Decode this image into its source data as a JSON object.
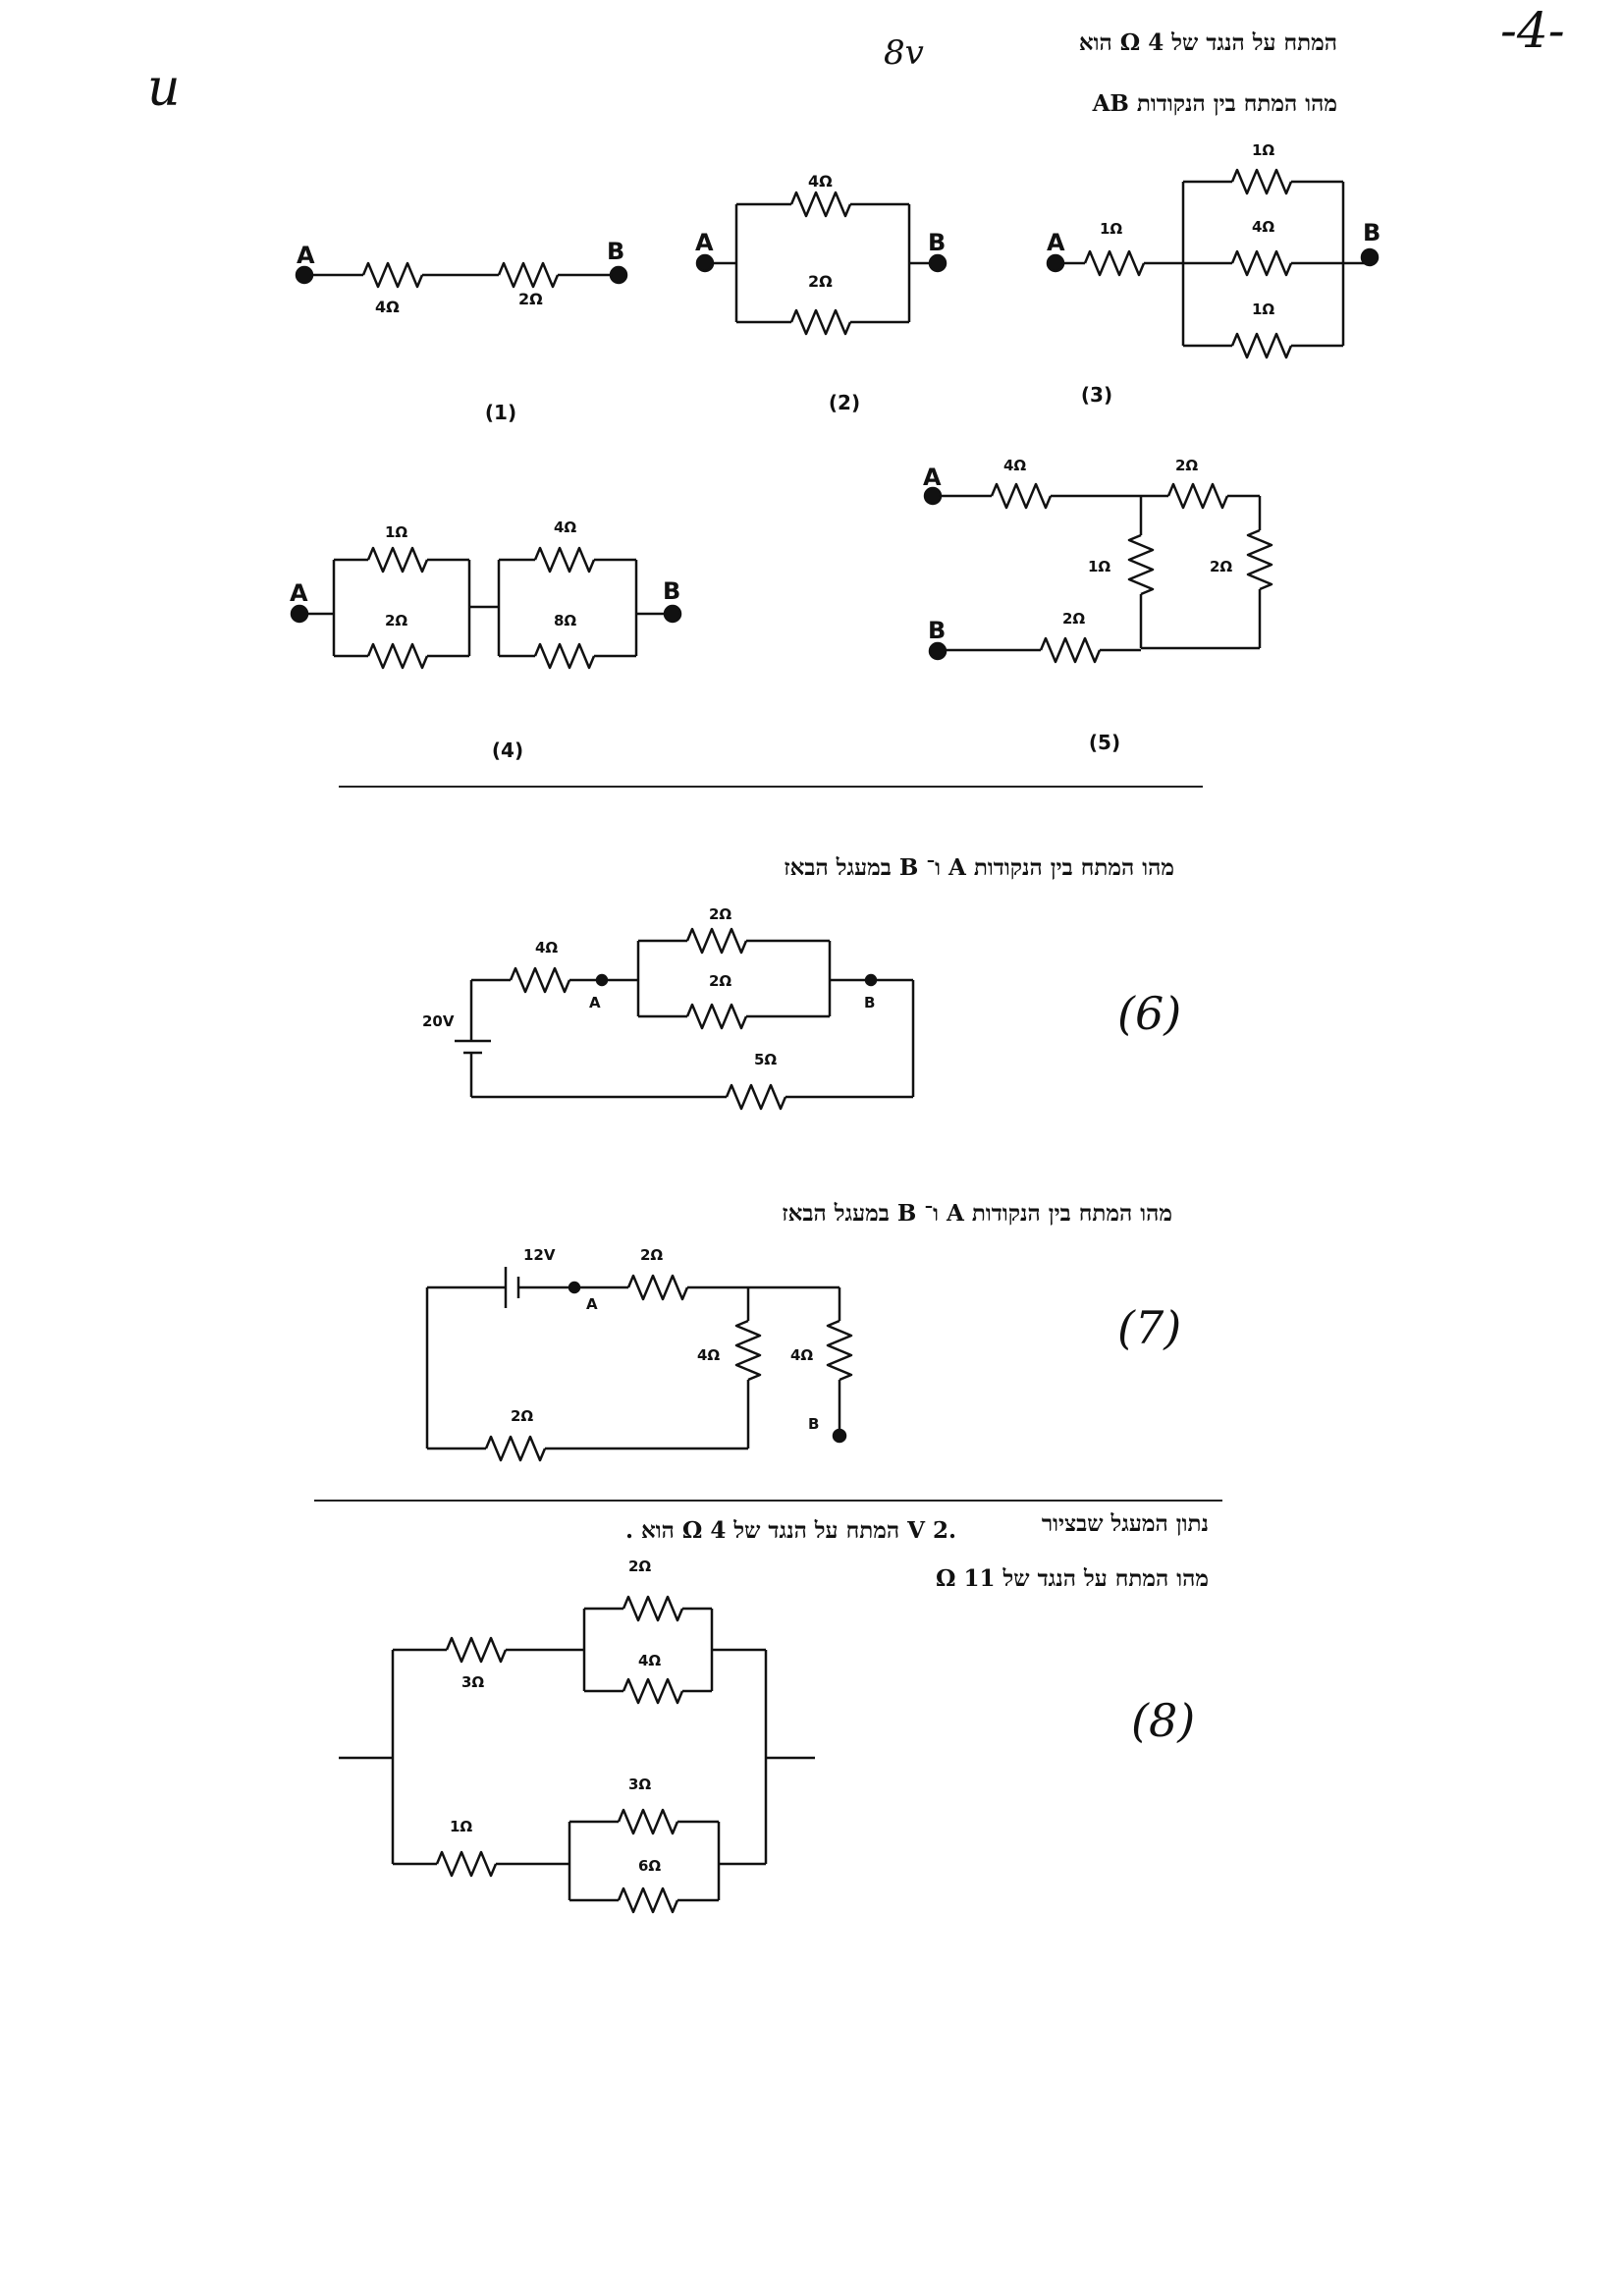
{
  "page": {
    "page_number": "-4-",
    "corner_mark": "u"
  },
  "header": {
    "line1_text": "המתח על הנגד של  Ω 4 הוא",
    "line1_hand": "8v",
    "line2_text": "מהו המתח בין הנקודות AB"
  },
  "circuit1": {
    "label": "(1)",
    "pointA": "A",
    "pointB": "B",
    "r1": "4Ω",
    "r2": "2Ω"
  },
  "circuit2": {
    "label": "(2)",
    "pointA": "A",
    "pointB": "B",
    "r_top": "4Ω",
    "r_bottom": "2Ω"
  },
  "circuit3": {
    "label": "(3)",
    "pointA": "A",
    "pointB": "B",
    "r_series": "1Ω",
    "r_top": "1Ω",
    "r_mid": "4Ω",
    "r_bottom": "1Ω"
  },
  "circuit4": {
    "label": "(4)",
    "pointA": "A",
    "pointB": "B",
    "r1_top": "1Ω",
    "r1_bottom": "2Ω",
    "r2_top": "4Ω",
    "r2_bottom": "8Ω"
  },
  "circuit5": {
    "label": "(5)",
    "pointA": "A",
    "pointB": "B",
    "r_a": "4Ω",
    "r_top": "2Ω",
    "r_vert_left": "1Ω",
    "r_vert_right": "2Ω",
    "r_b": "2Ω"
  },
  "question6": {
    "text": "מהו המתח בין הנקודות  A  ו־ B במעגל הבאז",
    "hand_label": "(6)",
    "battery": "20V",
    "r_series": "4Ω",
    "r_par_top": "2Ω",
    "r_par_bottom": "2Ω",
    "r_bottom": "5Ω",
    "pointA": "A",
    "pointB": "B"
  },
  "question7": {
    "text": "מהו המתח בין הנקודות  A  ו־ B במעגל הבאז",
    "hand_label": "(7)",
    "battery": "12V",
    "r_top": "2Ω",
    "r_vert_left": "4Ω",
    "r_vert_right": "4Ω",
    "r_bottom": "2Ω",
    "pointA": "A",
    "pointB": "B"
  },
  "question8": {
    "text_given": "נתון המעגל שבציור",
    "text_voltage": ".2 V המתח על הנגד של  Ω 4 הוא .",
    "text_question": "מהו המתח על הנגד של  Ω 11",
    "hand_label": "(8)",
    "r_top_series": "3Ω",
    "r_top_par1": "2Ω",
    "r_top_par2": "4Ω",
    "r_bot_series": "1Ω",
    "r_bot_par1": "3Ω",
    "r_bot_par2": "6Ω"
  }
}
